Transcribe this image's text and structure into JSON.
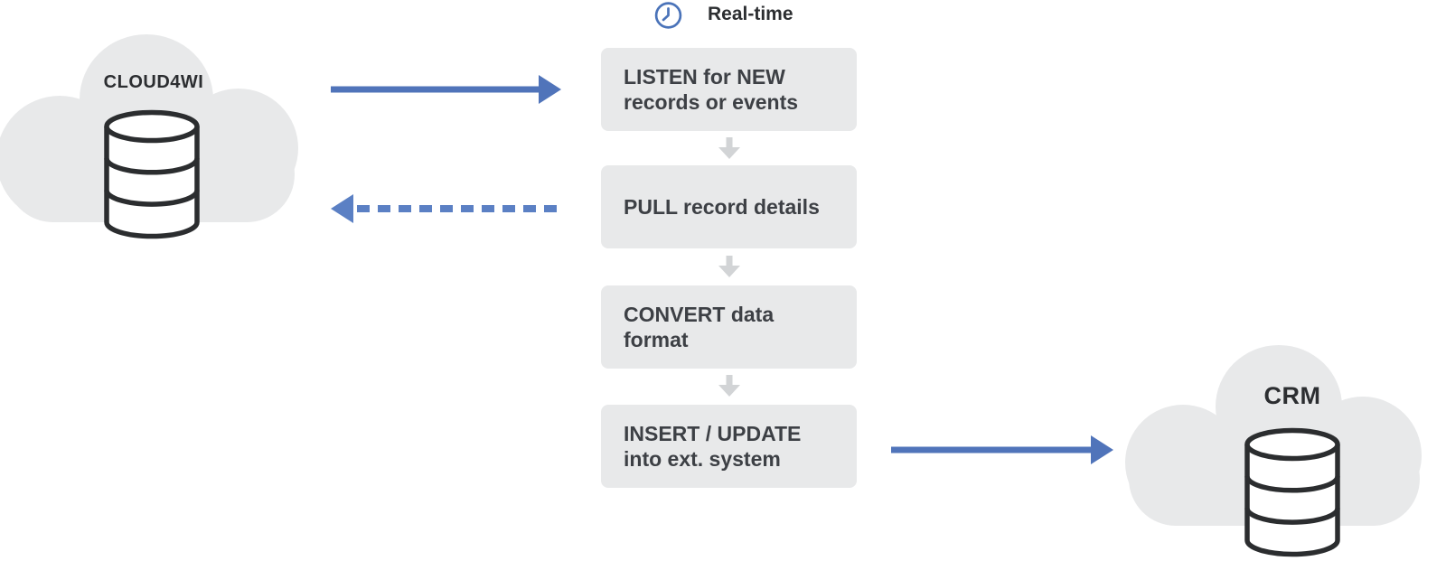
{
  "colors": {
    "arrow_blue": "#5074ba",
    "arrow_dashed_blue": "#5b80c4",
    "clock_blue": "#4a73b9",
    "box_fill": "#e8e9ea",
    "box_text": "#3d4045",
    "cloud_fill": "#e8e9ea",
    "database_stroke": "#2b2d2f",
    "step_arrow_gray": "#d2d4d6",
    "label_text": "#2c2e31",
    "background": "#ffffff"
  },
  "realtime": {
    "label": "Real-time",
    "icon": "clock-icon"
  },
  "source_system": {
    "name": "CLOUD4WI",
    "shape": "cloud",
    "icon": "database-icon"
  },
  "target_system": {
    "name": "CRM",
    "shape": "cloud",
    "icon": "database-icon"
  },
  "steps": [
    {
      "text": "LISTEN for NEW records or events",
      "lines": [
        "LISTEN for NEW",
        "records or events"
      ]
    },
    {
      "text": "PULL record details",
      "lines": [
        "PULL record details"
      ]
    },
    {
      "text": "CONVERT data format",
      "lines": [
        "CONVERT data",
        "format"
      ]
    },
    {
      "text": "INSERT / UPDATE into ext. system",
      "lines": [
        "INSERT / UPDATE",
        "into ext. system"
      ]
    }
  ],
  "connections": [
    {
      "from": "CLOUD4WI",
      "to": "LISTEN for NEW records or events",
      "style": "solid",
      "direction": "right"
    },
    {
      "from": "PULL record details",
      "to": "CLOUD4WI",
      "style": "dashed",
      "direction": "left"
    },
    {
      "from": "INSERT / UPDATE into ext. system",
      "to": "CRM",
      "style": "solid",
      "direction": "right"
    }
  ]
}
